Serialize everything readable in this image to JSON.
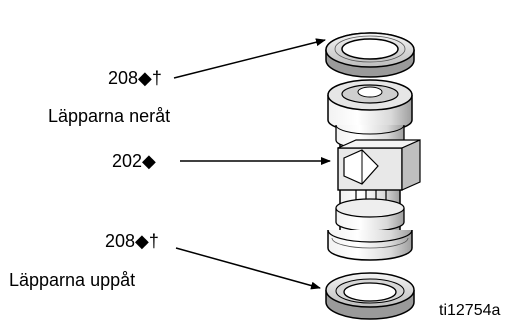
{
  "labels": {
    "part_208_top": "208◆†",
    "lips_down": "Läpparna neråt",
    "part_202": "202◆",
    "part_208_bottom": "208◆†",
    "lips_up": "Läpparna uppåt",
    "figure_id": "ti12754a"
  }
}
